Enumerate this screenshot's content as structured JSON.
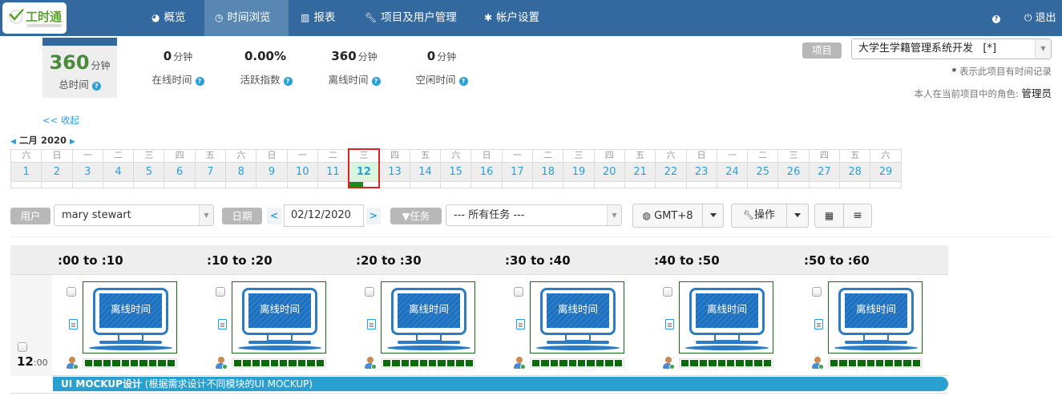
{
  "app": {
    "logo_text": "工时通",
    "brand_color": "#33699e",
    "accent_color": "#2a9fd6"
  },
  "nav": {
    "items": [
      {
        "icon": "dashboard-icon",
        "label": "概览",
        "active": false
      },
      {
        "icon": "clock-icon",
        "label": "时间浏览",
        "active": true
      },
      {
        "icon": "chart-icon",
        "label": "报表",
        "active": false
      },
      {
        "icon": "wrench-icon",
        "label": "项目及用户管理",
        "active": false
      },
      {
        "icon": "gear-icon",
        "label": "帐户设置",
        "active": false
      }
    ],
    "help_icon": "question-icon",
    "logout_label": "退出"
  },
  "stats": {
    "total": {
      "value": "360",
      "unit": "分钟",
      "label": "总时间"
    },
    "items": [
      {
        "value": "0",
        "unit": "分钟",
        "label": "在线时间"
      },
      {
        "value": "0.00%",
        "unit": "",
        "label": "活跃指数"
      },
      {
        "value": "360",
        "unit": "分钟",
        "label": "离线时间"
      },
      {
        "value": "0",
        "unit": "分钟",
        "label": "空闲时间"
      }
    ]
  },
  "project": {
    "label": "项目",
    "selected": "大学生学籍管理系统开发   [*]",
    "note_star": "*",
    "note": "表示此项目有时间记录",
    "role_label": "本人在当前项目中的角色:",
    "role_value": "管理员"
  },
  "collapse_label": "<< 收起",
  "calendar": {
    "month_label": "二月 2020",
    "selected_day": 12,
    "weekdays": [
      "六",
      "日",
      "一",
      "二",
      "三",
      "四",
      "五",
      "六",
      "日",
      "一",
      "二",
      "三",
      "四",
      "五",
      "六",
      "日",
      "一",
      "二",
      "三",
      "四",
      "五",
      "六",
      "日",
      "一",
      "二",
      "三",
      "四",
      "五",
      "六"
    ],
    "days": [
      "1",
      "2",
      "3",
      "4",
      "5",
      "6",
      "7",
      "8",
      "9",
      "10",
      "11",
      "12",
      "13",
      "14",
      "15",
      "16",
      "17",
      "18",
      "19",
      "20",
      "21",
      "22",
      "23",
      "24",
      "25",
      "26",
      "27",
      "28",
      "29"
    ]
  },
  "filters": {
    "user_label": "用户",
    "user_value": "mary stewart",
    "date_label": "日期",
    "prev": "<",
    "date_value": "02/12/2020",
    "next": ">",
    "task_label": "任务",
    "task_value": "--- 所有任务 ---",
    "timezone": "GMT+8",
    "actions_label": "操作"
  },
  "timeline": {
    "columns": [
      ":00 to :10",
      ":10 to :20",
      ":20 to :30",
      ":30 to :40",
      ":40 to :50",
      ":50 to :60"
    ],
    "hour": "12",
    "hour_suffix": ":00",
    "screenshot_label": "离线时间",
    "activity_blocks": 10,
    "task_name": "UI MOCKUP设计",
    "task_desc": " (根据需求设计不同模块的UI MOCKUP)",
    "task_color": "#2aa0d0"
  }
}
